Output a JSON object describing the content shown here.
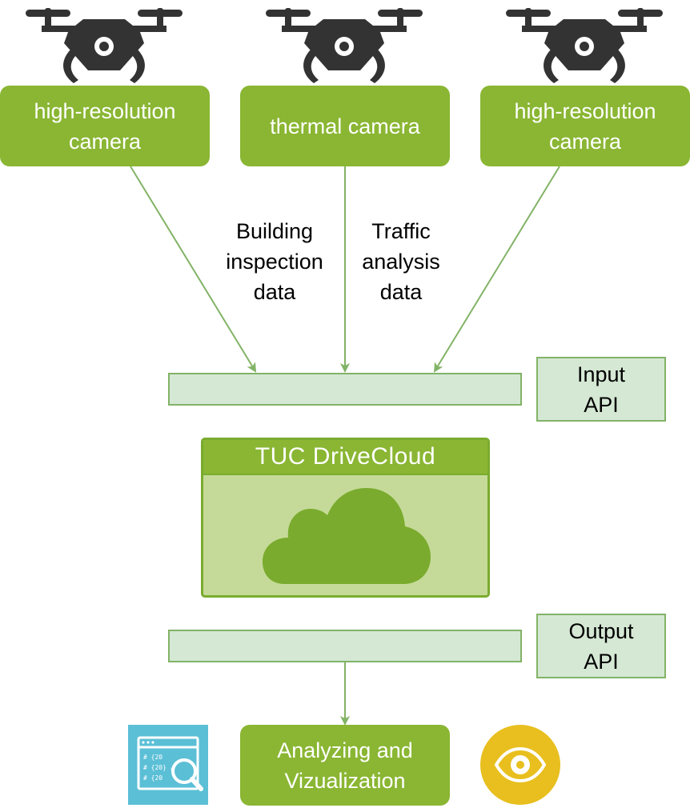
{
  "sources": [
    {
      "label": "high-resolution\ncamera",
      "icon": "drone-icon"
    },
    {
      "label": "thermal camera",
      "icon": "drone-icon"
    },
    {
      "label": "high-resolution\ncamera",
      "icon": "drone-icon"
    }
  ],
  "edge_labels": {
    "building": "Building\ninspection\ndata",
    "traffic": "Traffic\nanalysis\ndata"
  },
  "input_api": {
    "label": "Input\nAPI"
  },
  "cloud": {
    "title": "TUC DriveCloud",
    "icon": "cloud-icon"
  },
  "output_api": {
    "label": "Output\nAPI"
  },
  "analysis": {
    "label": "Analyzing and\nVizualization"
  },
  "code_window": {
    "lines": [
      "# {20",
      "# {20} /",
      "# {20"
    ]
  },
  "colors": {
    "green": "#8ab633",
    "light_green": "#d5e8d4",
    "green_border": "#82b366",
    "arrow": "#82b366",
    "panel": "#c5da98",
    "drone": "#333333",
    "code_icon": "#5bbfd6",
    "eye_icon": "#e8bf1e"
  }
}
